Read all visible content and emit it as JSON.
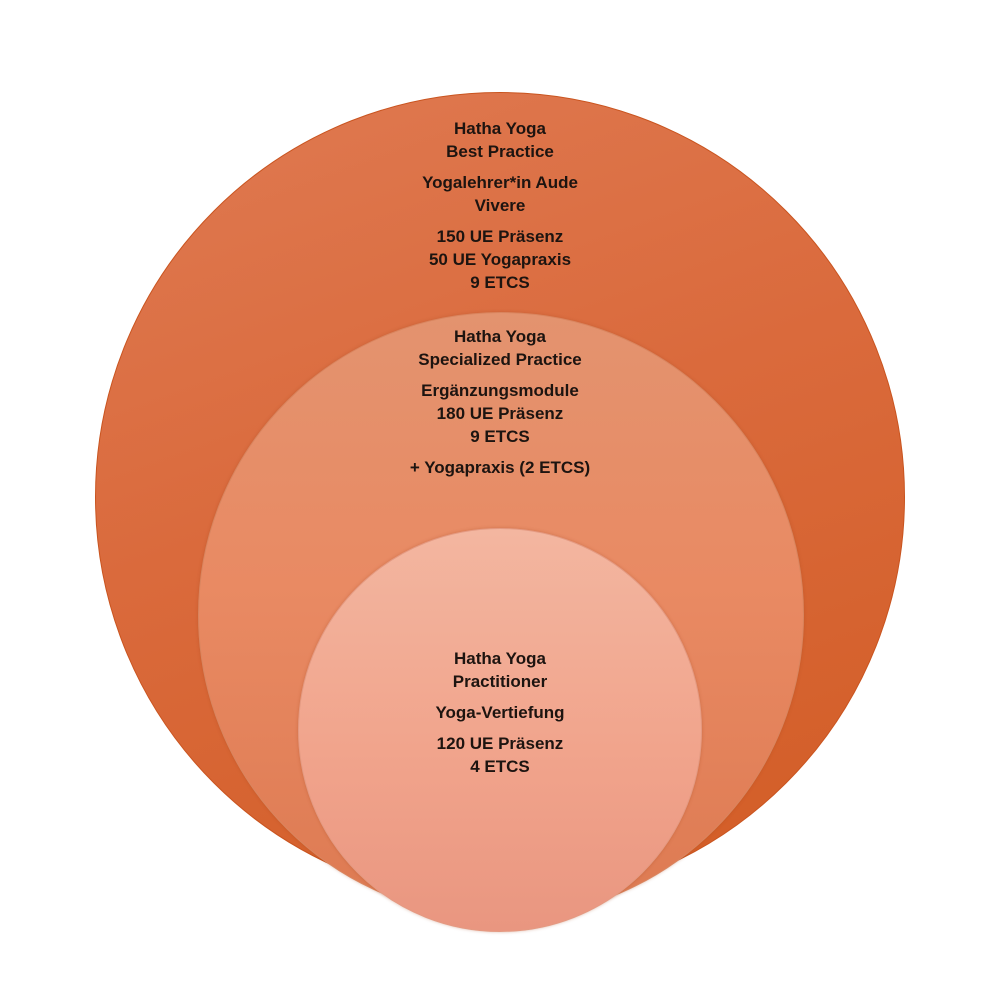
{
  "levels": {
    "outer": {
      "title_1": "Hatha Yoga",
      "title_2": "Best Practice",
      "subtitle_1": "Yogalehrer*in Aude",
      "subtitle_2": "Vivere",
      "detail_1": "150 UE Präsenz",
      "detail_2": "50 UE Yogapraxis",
      "detail_3": "9 ETCS"
    },
    "middle": {
      "title_1": "Hatha Yoga",
      "title_2": "Specialized Practice",
      "subtitle": "Ergänzungsmodule",
      "detail_1": "180 UE Präsenz",
      "detail_2": "9 ETCS",
      "extra": "+ Yogapraxis (2 ETCS)"
    },
    "inner": {
      "title_1": "Hatha Yoga",
      "title_2": "Practitioner",
      "subtitle": "Yoga-Vertiefung",
      "detail_1": "120 UE Präsenz",
      "detail_2": "4 ETCS"
    }
  },
  "colors": {
    "outer": "#d8693a",
    "middle": "#e68a63",
    "inner": "#f1a58d",
    "text": "#1d1410"
  }
}
